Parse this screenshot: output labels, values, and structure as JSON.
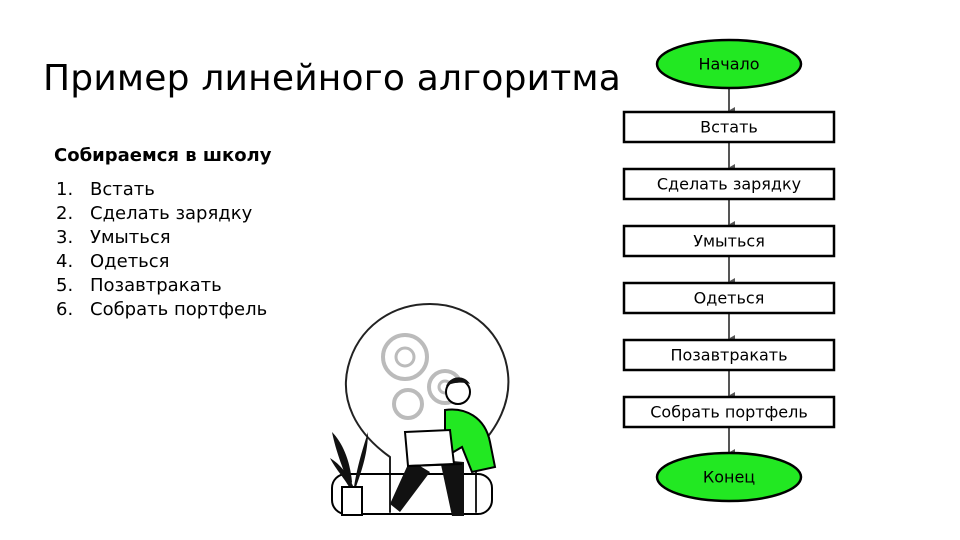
{
  "slide": {
    "title": "Пример линейного алгоритма",
    "subtitle": "Собираемся в школу"
  },
  "steps_list": [
    {
      "num": "1.",
      "text": "Встать"
    },
    {
      "num": "2.",
      "text": "Сделать зарядку"
    },
    {
      "num": "3.",
      "text": "Умыться"
    },
    {
      "num": "4.",
      "text": "Одеться"
    },
    {
      "num": "5.",
      "text": "Позавтракать"
    },
    {
      "num": "6.",
      "text": "Собрать портфель"
    }
  ],
  "flowchart": {
    "start": "Начало",
    "steps": [
      "Встать",
      "Сделать зарядку",
      "Умыться",
      "Одеться",
      "Позавтракать",
      "Собрать портфель"
    ],
    "end": "Конец",
    "terminal_color": "#22e822",
    "line_color": "#555555"
  },
  "illustration": {
    "icon": "person-with-laptop-lightbulb-illustration",
    "accent_color": "#22e822"
  }
}
